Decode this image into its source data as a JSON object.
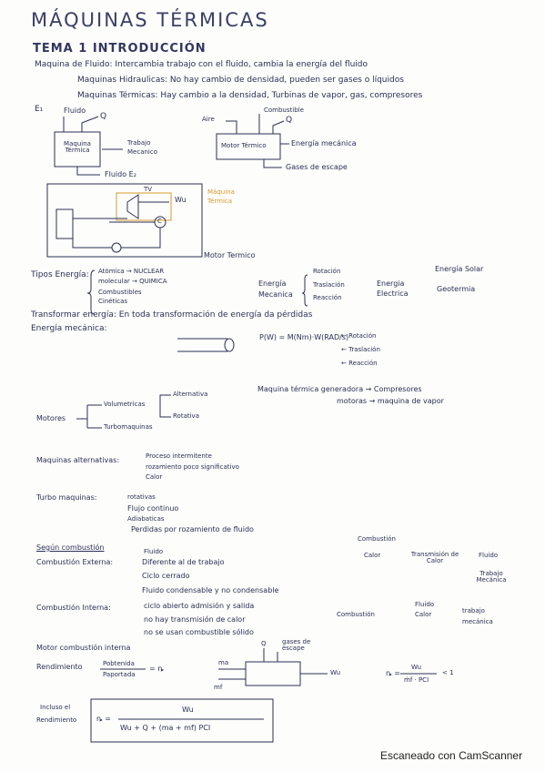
{
  "title": "MÁQUINAS TÉRMICAS",
  "tema": "TEMA 1 INTRODUCCIÓN",
  "intro": {
    "l1": "Maquina de Fluido: Intercambia trabajo con el fluido, cambia la energía del fluido",
    "l2": "Maquinas Hidraulicas: No hay cambio de densidad, pueden ser gases o líquidos",
    "l3": "Maquinas Térmicas: Hay cambio a la densidad, Turbinas de vapor, gas, compresores"
  },
  "diag1": {
    "e1": "E₁",
    "fluido_top": "Fluido",
    "q": "Q",
    "box1": "Maquina Térmica",
    "trabajo": "Trabajo",
    "mecanico": "Mecanico",
    "fluido_e2": "Fluido E₂"
  },
  "diag2": {
    "aire": "Aire",
    "combustible": "Combustible",
    "q": "Q",
    "box": "Motor Térmico",
    "energia": "Energía mecánica",
    "gases": "Gases de escape"
  },
  "circuit": {
    "tv": "TV",
    "wu": "Wu",
    "maquina": "Máquina",
    "termica": "Térmica",
    "c": "C",
    "motor": "Motor Termico"
  },
  "tipos": {
    "label": "Tipos Energía:",
    "a1": "Atómica → NUCLEAR",
    "a2": "molecular → QUIMICA",
    "a3": "Combustibles",
    "a4": "Cinéticas",
    "energia": "Energía",
    "mecanica": "Mecanica",
    "rotacion": "Rotación",
    "traslacion": "Traslación",
    "reaccion": "Reacción",
    "energia2": "Energia",
    "electrica": "Electrica",
    "solar": "Energía Solar",
    "geotermia": "Geotermia"
  },
  "transform": "Transformar energía: En toda transformación de energía da pérdidas",
  "mecanica": {
    "label": "Energía mecánica:",
    "formula": "P(W) = M(Nm)·W(RAD/s)",
    "r1": "← Rotación",
    "r2": "← Traslación",
    "r3": "← Reacción"
  },
  "generadora": {
    "l1": "Maquina térmica generadora → Compresores",
    "l2": "motoras → maquina de vapor"
  },
  "motores": {
    "label": "Motores",
    "volumetricas": "Volumetricas",
    "turbo": "Turbomaquinas",
    "alternativa": "Alternativa",
    "rotativa": "Rotativa"
  },
  "alternativas": {
    "label": "Maquinas alternativas:",
    "l1": "Proceso intermitente",
    "l2": "rozamiento poco significativo",
    "l3": "Calor"
  },
  "turbo": {
    "label": "Turbo maquinas:",
    "l1": "rotativas",
    "l2": "Flujo continuo",
    "l3": "Adiabaticas",
    "l4": "Perdidas por rozamiento de fluido"
  },
  "externa": {
    "segun": "Según combustión",
    "label": "Combustión Externa:",
    "fluido": "Fluido",
    "l1": "Diferente al de trabajo",
    "l2": "Ciclo cerrado",
    "l3": "Fluido condensable y no condensable"
  },
  "flow1": {
    "combustion": "Combustión",
    "calor": "Calor",
    "transmision": "Transmisión de Calor",
    "fluido": "Fluido",
    "trabajo": "Trabajo Mecánica"
  },
  "interna": {
    "label": "Combustión Interna:",
    "l1": "ciclo abierto admisión y salida",
    "l2": "no hay transmisión de calor",
    "l3": "no se usan combustible sólido"
  },
  "flow2": {
    "combustion": "Combustión",
    "fluido": "Fluido",
    "calor": "Calor",
    "trabajo": "trabajo",
    "mecanica": "mecánica"
  },
  "motor_interna": "Motor combustión interna",
  "rendimiento": {
    "label": "Rendimiento",
    "num": "Pobtenida",
    "den": "Paportada",
    "eta": "= ȵ",
    "q": "Q",
    "gases": "gases de escape",
    "ma": "ma",
    "mf": "mf",
    "wu": "Wu"
  },
  "formula2": {
    "lhs": "ȵ =",
    "num": "Wu",
    "den": "ṁf · PCI",
    "lt": "< 1"
  },
  "incluso": {
    "label1": "Incluso el",
    "label2": "Rendimiento",
    "lhs": "ȵ =",
    "num": "Wu",
    "den": "Wu + Q + (ma + mf) PCI"
  },
  "footer": "Escaneado con CamScanner"
}
